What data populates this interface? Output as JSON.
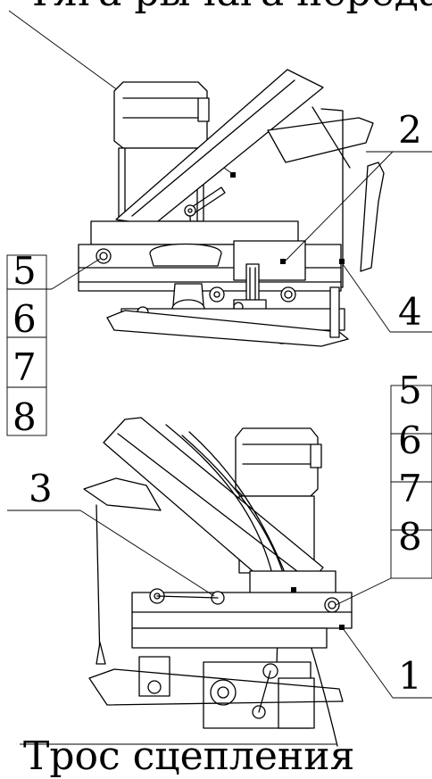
{
  "labels": {
    "top_title": "Тяга рычага переда I",
    "bottom_title": "Трос сцепления"
  },
  "callouts_top": {
    "n2": "2",
    "n4": "4",
    "n5": "5",
    "n6": "6",
    "n7": "7",
    "n8": "8"
  },
  "callouts_bottom": {
    "n1": "1",
    "n3": "3",
    "n5": "5",
    "n6": "6",
    "n7": "7",
    "n8": "8"
  }
}
